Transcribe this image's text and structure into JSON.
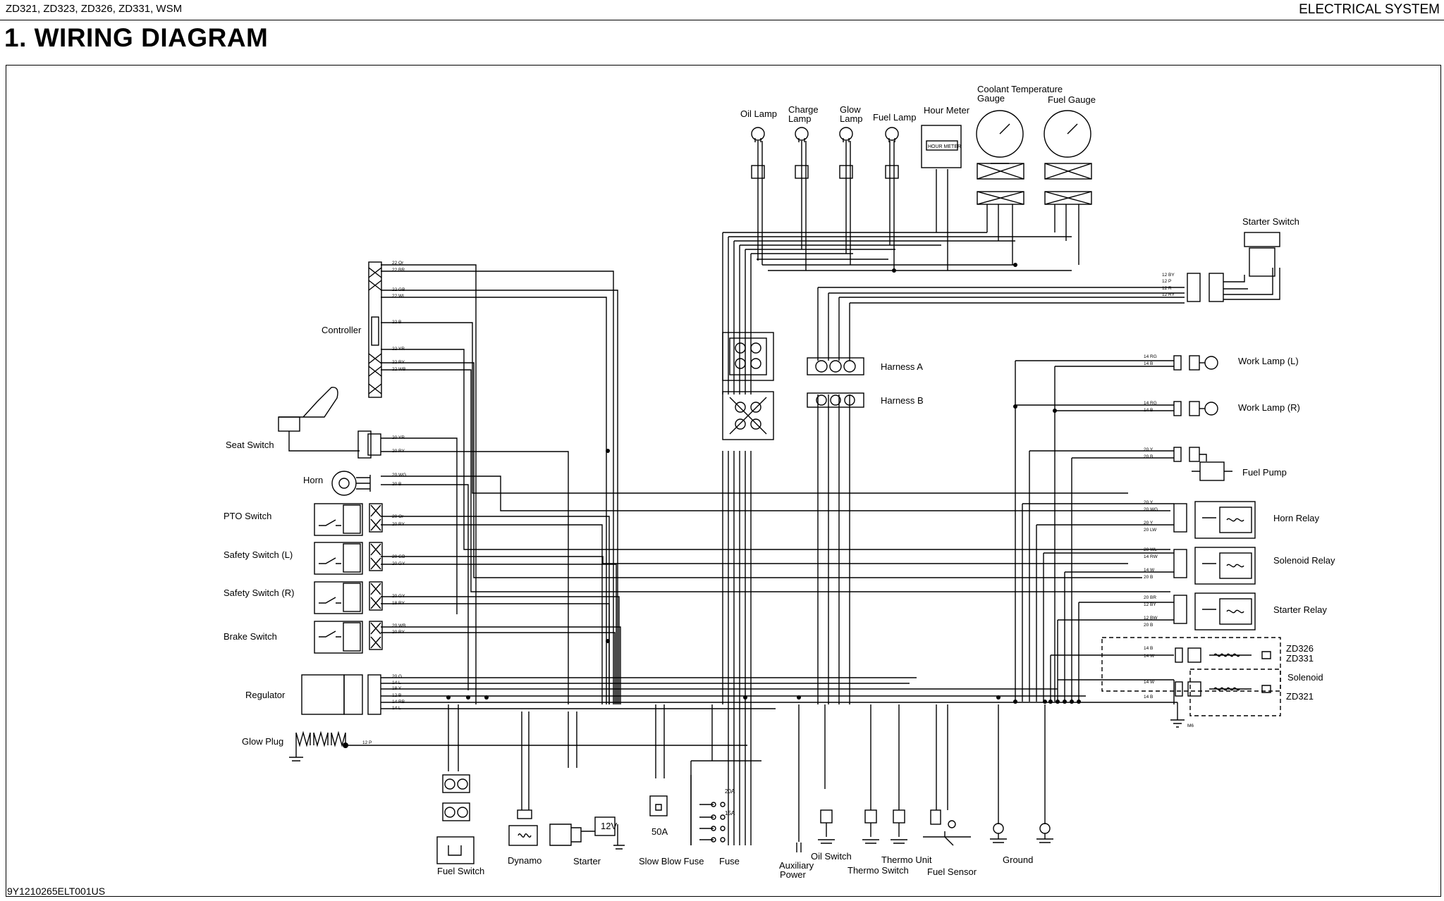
{
  "header": {
    "models": "ZD321, ZD323, ZD326, ZD331, WSM",
    "section": "ELECTRICAL SYSTEM",
    "title": "1.   WIRING DIAGRAM"
  },
  "footer": {
    "code": "9Y1210265ELT001US"
  },
  "components": {
    "oil_lamp": "Oil Lamp",
    "charge_lamp_1": "Charge",
    "charge_lamp_2": "Lamp",
    "glow_lamp_1": "Glow",
    "glow_lamp_2": "Lamp",
    "fuel_lamp": "Fuel Lamp",
    "hour_meter": "Hour Meter",
    "hour_meter_face": "HOUR METER",
    "coolant_gauge_1": "Coolant Temperature",
    "coolant_gauge_2": "Gauge",
    "fuel_gauge": "Fuel Gauge",
    "starter_switch": "Starter Switch",
    "controller": "Controller",
    "harness_a": "Harness A",
    "harness_b": "Harness B",
    "work_lamp_l": "Work Lamp (L)",
    "work_lamp_r": "Work Lamp (R)",
    "fuel_pump": "Fuel Pump",
    "horn_relay": "Horn Relay",
    "solenoid_relay": "Solenoid Relay",
    "starter_relay": "Starter Relay",
    "zd326": "ZD326",
    "zd331": "ZD331",
    "solenoid": "Solenoid",
    "zd321": "ZD321",
    "seat_switch": "Seat Switch",
    "horn": "Horn",
    "pto_switch": "PTO Switch",
    "safety_switch_l": "Safety Switch (L)",
    "safety_switch_r": "Safety Switch (R)",
    "brake_switch": "Brake Switch",
    "regulator": "Regulator",
    "glow_plug": "Glow Plug",
    "fuel_switch": "Fuel Switch",
    "dynamo": "Dynamo",
    "starter": "Starter",
    "slow_blow_fuse": "Slow Blow Fuse",
    "fuse": "Fuse",
    "aux_power_1": "Auxiliary",
    "aux_power_2": "Power",
    "oil_switch": "Oil Switch",
    "thermo_switch": "Thermo Switch",
    "thermo_unit": "Thermo Unit",
    "fuel_sensor": "Fuel Sensor",
    "ground": "Ground",
    "battery": "12V",
    "fuse_50a": "50A",
    "fuse_20a": "20A",
    "fuse_15a": "15A"
  },
  "wires": {
    "controller": [
      "22 Or",
      "22 BR",
      "22 GB",
      "22 WL",
      "22 B",
      "22 YR",
      "22 RY",
      "22 WB"
    ],
    "seat": [
      "20 YR",
      "20 RY"
    ],
    "horn": [
      "20 WG",
      "20 B"
    ],
    "pto": [
      "20 Or",
      "20 RY"
    ],
    "safety_l": [
      "20 GB",
      "20 GY"
    ],
    "safety_r": [
      "20 GY",
      "18 RY"
    ],
    "brake": [
      "20 WB",
      "20 RY"
    ],
    "regulator": [
      "20 G",
      "14 L",
      "18 Y",
      "12 B",
      "14 RB",
      "14 L"
    ],
    "glow_plug": "12 P",
    "starter_sw": [
      "12 BY",
      "12 P",
      "12 R",
      "12 RY"
    ],
    "work_l": [
      "14 RG",
      "14 B"
    ],
    "work_r": [
      "14 RG",
      "14 B"
    ],
    "fuel_pump": [
      "20 Y",
      "20 B"
    ],
    "horn_relay": [
      "20 Y",
      "20 WG",
      "20 Y",
      "20 LW"
    ],
    "sol_relay": [
      "20 WL",
      "14 RW",
      "14 W",
      "20 B"
    ],
    "starter_relay": [
      "20 BR",
      "12 BY",
      "12 BW",
      "20 B"
    ],
    "zd326": [
      "14 B",
      "14 W"
    ],
    "zd321": [
      "14 W",
      "14 B"
    ],
    "ground_label": "M6"
  }
}
